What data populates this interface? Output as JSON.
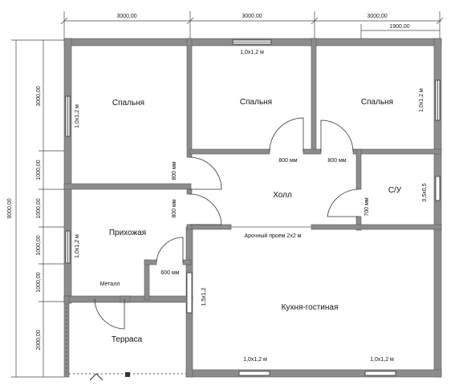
{
  "dimensions": {
    "top": [
      "3000,00",
      "3000,00",
      "3000,00",
      "1900,00"
    ],
    "left_outer": "9000,00",
    "left_inner": [
      "3000,00",
      "1000,00",
      "1000,00",
      "1000,00",
      "1000,00",
      "2000,00"
    ]
  },
  "rooms": {
    "bedroom1": "Спальня",
    "bedroom2": "Спальня",
    "bedroom3": "Спальня",
    "hall": "Холл",
    "bathroom": "С/У",
    "entrance": "Прихожая",
    "kitchen": "Кухня-гостиная",
    "terrace": "Терраса"
  },
  "labels": {
    "win_top_mid": "1,0x1,2 м",
    "win_left_bed": "1,0x1,2 м",
    "win_right_bed": "1,0x1,2 м",
    "win_bath": "0,5x0,5",
    "win_entrance": "1,0x1,2 м",
    "win_kitchen_left": "1,5x1,2",
    "win_bottom_1": "1,0x1,2 м",
    "win_bottom_2": "1,0x1,2 м",
    "door_bed2": "800 мм",
    "door_bed3": "800 мм",
    "door_left_top": "800 мм",
    "door_left_bottom": "800 мм",
    "door_bath": "700 мм",
    "door_closet": "600 мм",
    "arch": "Арочный проем 2х2 м",
    "metal": "Металл"
  }
}
